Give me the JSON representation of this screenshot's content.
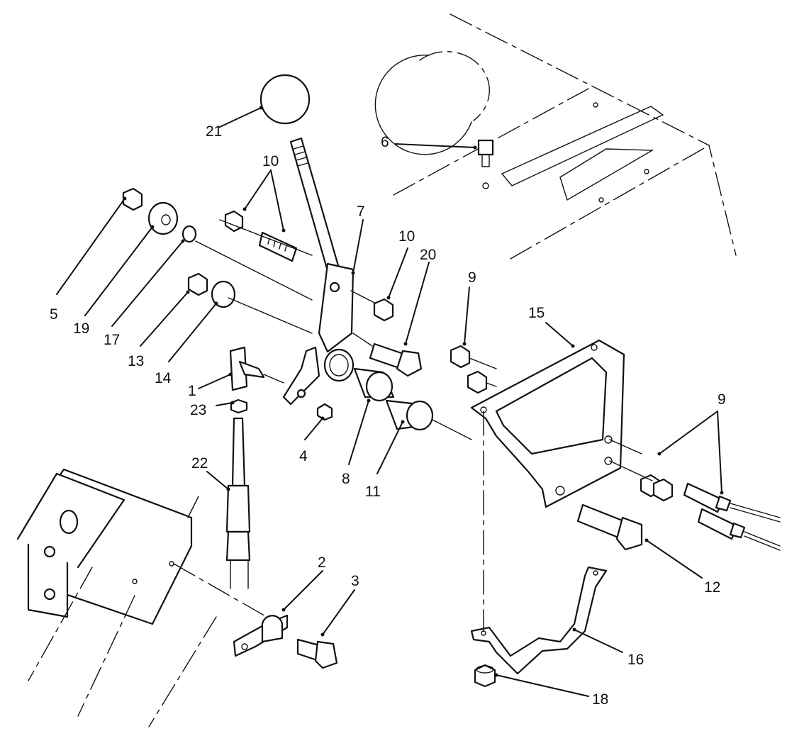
{
  "callouts": [
    {
      "id": "c1",
      "text": "1"
    },
    {
      "id": "c2",
      "text": "2"
    },
    {
      "id": "c3",
      "text": "3"
    },
    {
      "id": "c4",
      "text": "4"
    },
    {
      "id": "c5",
      "text": "5"
    },
    {
      "id": "c6",
      "text": "6"
    },
    {
      "id": "c7",
      "text": "7"
    },
    {
      "id": "c8",
      "text": "8"
    },
    {
      "id": "c9a",
      "text": "9"
    },
    {
      "id": "c9b",
      "text": "9"
    },
    {
      "id": "c10a",
      "text": "10"
    },
    {
      "id": "c10b",
      "text": "10"
    },
    {
      "id": "c11",
      "text": "11"
    },
    {
      "id": "c12",
      "text": "12"
    },
    {
      "id": "c13",
      "text": "13"
    },
    {
      "id": "c14",
      "text": "14"
    },
    {
      "id": "c15",
      "text": "15"
    },
    {
      "id": "c16",
      "text": "16"
    },
    {
      "id": "c17",
      "text": "17"
    },
    {
      "id": "c18",
      "text": "18"
    },
    {
      "id": "c19",
      "text": "19"
    },
    {
      "id": "c20",
      "text": "20"
    },
    {
      "id": "c21",
      "text": "21"
    },
    {
      "id": "c22",
      "text": "22"
    },
    {
      "id": "c23",
      "text": "23"
    }
  ]
}
